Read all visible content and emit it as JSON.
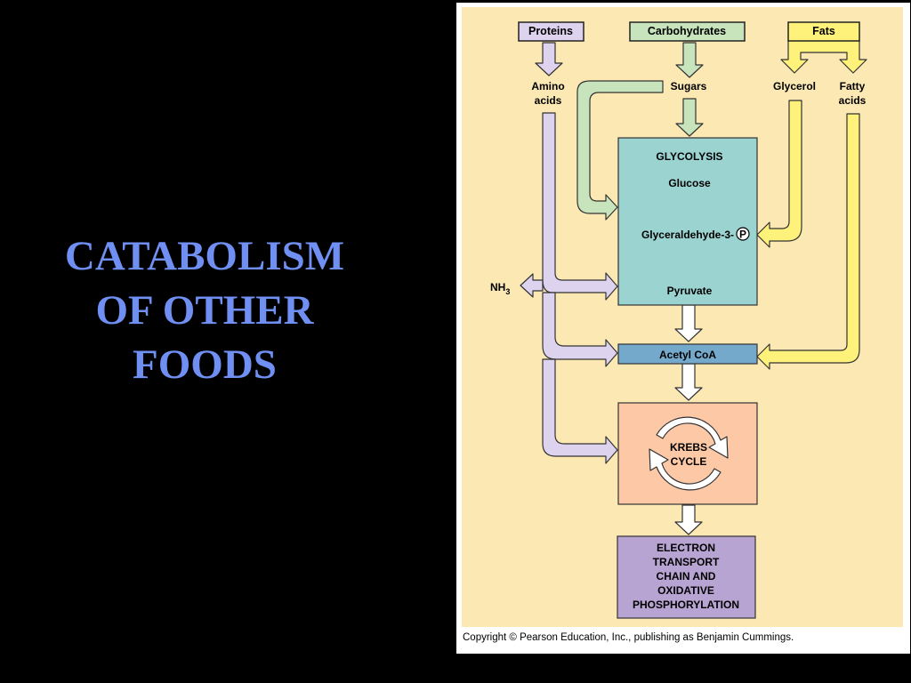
{
  "slide": {
    "title_lines": [
      "CATABOLISM",
      "OF OTHER",
      "FOODS"
    ]
  },
  "diagram": {
    "sources": {
      "proteins": "Proteins",
      "carbohydrates": "Carbohydrates",
      "fats": "Fats"
    },
    "intermediates": {
      "amino_acids": [
        "Amino",
        "acids"
      ],
      "sugars": "Sugars",
      "glycerol": "Glycerol",
      "fatty_acids": [
        "Fatty",
        "acids"
      ]
    },
    "glycolysis": {
      "title": "GLYCOLYSIS",
      "glucose": "Glucose",
      "g3p": "Glyceraldehyde-3-",
      "phosphate_symbol": "P",
      "pyruvate": "Pyruvate"
    },
    "nh3": {
      "base": "NH",
      "subscript": "3"
    },
    "acetyl_coa": "Acetyl CoA",
    "krebs": [
      "KREBS",
      "CYCLE"
    ],
    "etc": [
      "ELECTRON",
      "TRANSPORT",
      "CHAIN AND",
      "OXIDATIVE",
      "PHOSPHORYLATION"
    ],
    "copyright": "Copyright © Pearson Education, Inc., publishing as Benjamin Cummings."
  },
  "colors": {
    "background_panel": "#fbe8b3",
    "slide_title": "#6f8ff2",
    "proteins_path": "#ddd3ee",
    "carbohydrate_path": "#c7e4bc",
    "fat_path": "#fff27a",
    "glycolysis_box": "#9ad3d0",
    "acetyl_coa_box": "#74a9cb",
    "krebs_box": "#fcc8a6",
    "etc_box": "#b7a4d2"
  }
}
